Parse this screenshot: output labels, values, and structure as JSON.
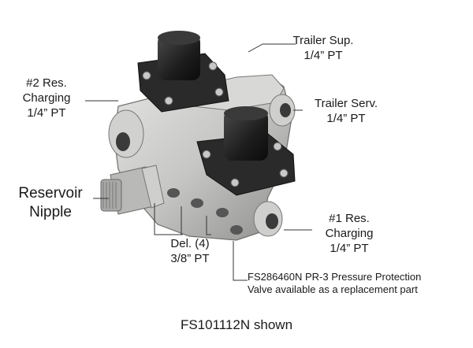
{
  "labels": {
    "trailer_sup": [
      "Trailer Sup.",
      "1/4” PT"
    ],
    "res2": [
      "#2 Res.",
      "Charging",
      "1/4” PT"
    ],
    "trailer_serv": [
      "Trailer Serv.",
      "1/4” PT"
    ],
    "reservoir": [
      "Reservoir",
      "Nipple"
    ],
    "res1": [
      "#1 Res.",
      "Charging",
      "1/4” PT"
    ],
    "delivery": [
      "Del. (4)",
      "3/8” PT"
    ],
    "fs_note": [
      "FS286460N PR-3 Pressure Protection",
      "Valve available as a replacement part"
    ],
    "shown": "FS101112N shown"
  },
  "colors": {
    "body_metal": "#c9c9c7",
    "body_shadow": "#8f8f8d",
    "cap_black": "#1c1c1c",
    "leader": "#333333"
  }
}
